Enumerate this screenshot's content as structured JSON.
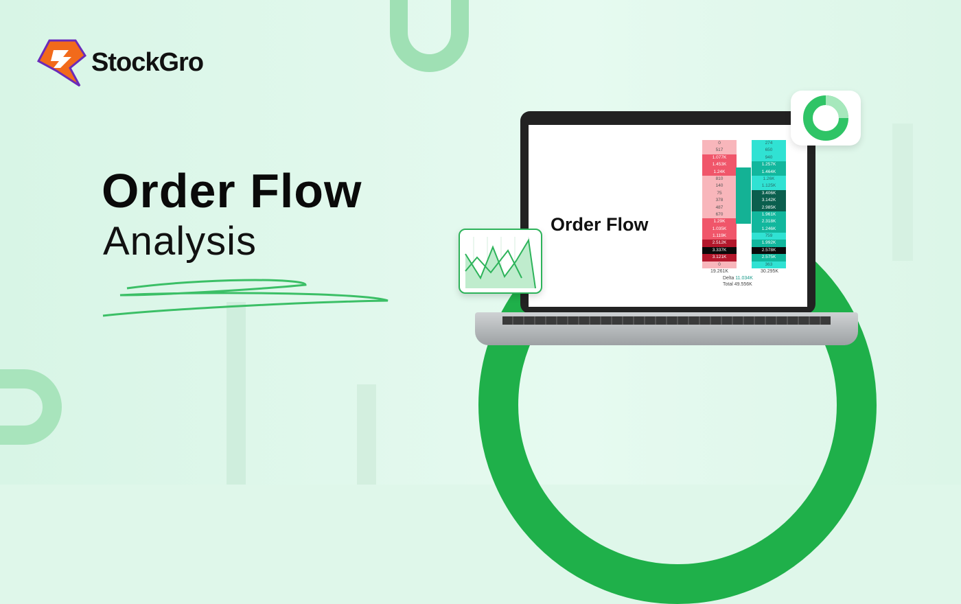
{
  "brand": {
    "name": "StockGro",
    "accent": "#1fb04a",
    "logo_orange": "#f26a1b",
    "logo_purple": "#6a2bb8"
  },
  "headline": {
    "line1": "Order Flow",
    "line2": "Analysis"
  },
  "screen": {
    "title": "Order Flow",
    "bid": [
      {
        "v": "0",
        "s": "L"
      },
      {
        "v": "517",
        "s": "L"
      },
      {
        "v": "1.077K",
        "s": "M"
      },
      {
        "v": "1.453K",
        "s": "M"
      },
      {
        "v": "1.24K",
        "s": "M"
      },
      {
        "v": "810",
        "s": "L"
      },
      {
        "v": "140",
        "s": "L"
      },
      {
        "v": "75",
        "s": "L"
      },
      {
        "v": "378",
        "s": "L"
      },
      {
        "v": "487",
        "s": "L"
      },
      {
        "v": "670",
        "s": "L"
      },
      {
        "v": "1.29K",
        "s": "M"
      },
      {
        "v": "1.035K",
        "s": "M"
      },
      {
        "v": "1.119K",
        "s": "M"
      },
      {
        "v": "2.512K",
        "s": "D"
      },
      {
        "v": "3.337K",
        "s": "B"
      },
      {
        "v": "3.121K",
        "s": "D"
      },
      {
        "v": "0",
        "s": "L"
      }
    ],
    "ask": [
      {
        "v": "274",
        "s": "L"
      },
      {
        "v": "650",
        "s": "L"
      },
      {
        "v": "940",
        "s": "L"
      },
      {
        "v": "1.257K",
        "s": "M"
      },
      {
        "v": "1.464K",
        "s": "M"
      },
      {
        "v": "1.26K",
        "s": "L"
      },
      {
        "v": "1.125K",
        "s": "L"
      },
      {
        "v": "3.406K",
        "s": "D"
      },
      {
        "v": "3.142K",
        "s": "D"
      },
      {
        "v": "2.985K",
        "s": "D"
      },
      {
        "v": "1.961K",
        "s": "M"
      },
      {
        "v": "2.318K",
        "s": "M"
      },
      {
        "v": "1.246K",
        "s": "M"
      },
      {
        "v": "759",
        "s": "L"
      },
      {
        "v": "1.992K",
        "s": "M"
      },
      {
        "v": "2.578K",
        "s": "B"
      },
      {
        "v": "2.575K",
        "s": "M"
      },
      {
        "v": "363",
        "s": "L"
      }
    ],
    "bid_total": "19.261K",
    "ask_total": "30.295K",
    "delta_label": "Delta",
    "delta_value": "11.034K",
    "total_label": "Total",
    "total_value": "49.556K"
  }
}
